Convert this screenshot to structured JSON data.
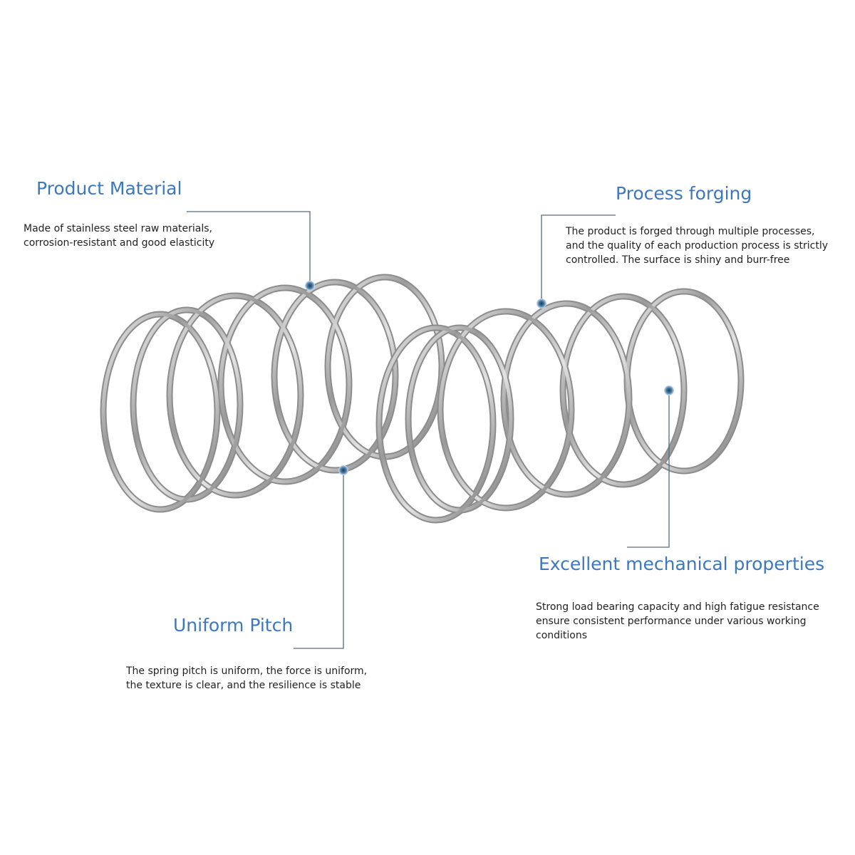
{
  "colors": {
    "heading": "#3c78c0",
    "text": "#222222",
    "leader_line": "#5a6a7a",
    "marker": "#4a7fa8",
    "background": "#ffffff"
  },
  "callouts": {
    "material": {
      "title": "Product Material",
      "lines": [
        "Made of stainless steel raw materials,",
        "corrosion-resistant and good elasticity"
      ]
    },
    "forging": {
      "title": "Process forging",
      "lines": [
        "The product is forged through multiple processes,",
        "and the quality of each production process is strictly",
        "controlled. The surface is shiny and burr-free"
      ]
    },
    "pitch": {
      "title": "Uniform Pitch",
      "lines": [
        "The spring pitch is uniform, the force is uniform,",
        "the texture is clear, and the resilience is stable"
      ]
    },
    "mechanical": {
      "title": "Excellent mechanical properties",
      "lines": [
        "Strong load bearing capacity and high fatigue resistance",
        "ensure consistent performance under various working",
        "conditions"
      ]
    }
  },
  "image": {
    "subject": "two stainless steel compression springs"
  }
}
